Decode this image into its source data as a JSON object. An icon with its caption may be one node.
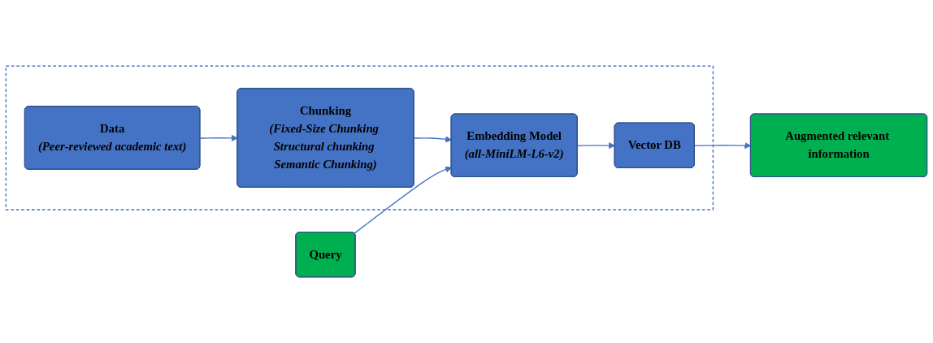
{
  "diagram": {
    "nodes": [
      {
        "text": [],
        "shape": "box"
      },
      {
        "text": [
          "Data",
          "(Peer-reviewed academic text)"
        ],
        "in": 0
      },
      {
        "text": [
          "Chunking",
          "(Fixed-Size Chunking Structural chunking Semantic Chunking)"
        ],
        "in": 0
      },
      {
        "text": [
          "Embedding Model",
          "(all-MiniLM-L6-v2)"
        ],
        "in": 0
      },
      {
        "text": [
          "Vector DB"
        ],
        "in": 0
      },
      {
        "text": [
          "Augmented relevant information"
        ]
      },
      {
        "text": [
          "Query"
        ]
      }
    ],
    "edges": [
      {
        "from": 1,
        "to": 2,
        "arrow": "to"
      },
      {
        "from": 2,
        "to": 3,
        "arrow": "to"
      },
      {
        "from": 3,
        "to": 4,
        "arrow": "to"
      },
      {
        "from": 4,
        "to": 5,
        "arrow": "to"
      },
      {
        "from": 6,
        "to": 3,
        "arrow": "to"
      }
    ]
  }
}
